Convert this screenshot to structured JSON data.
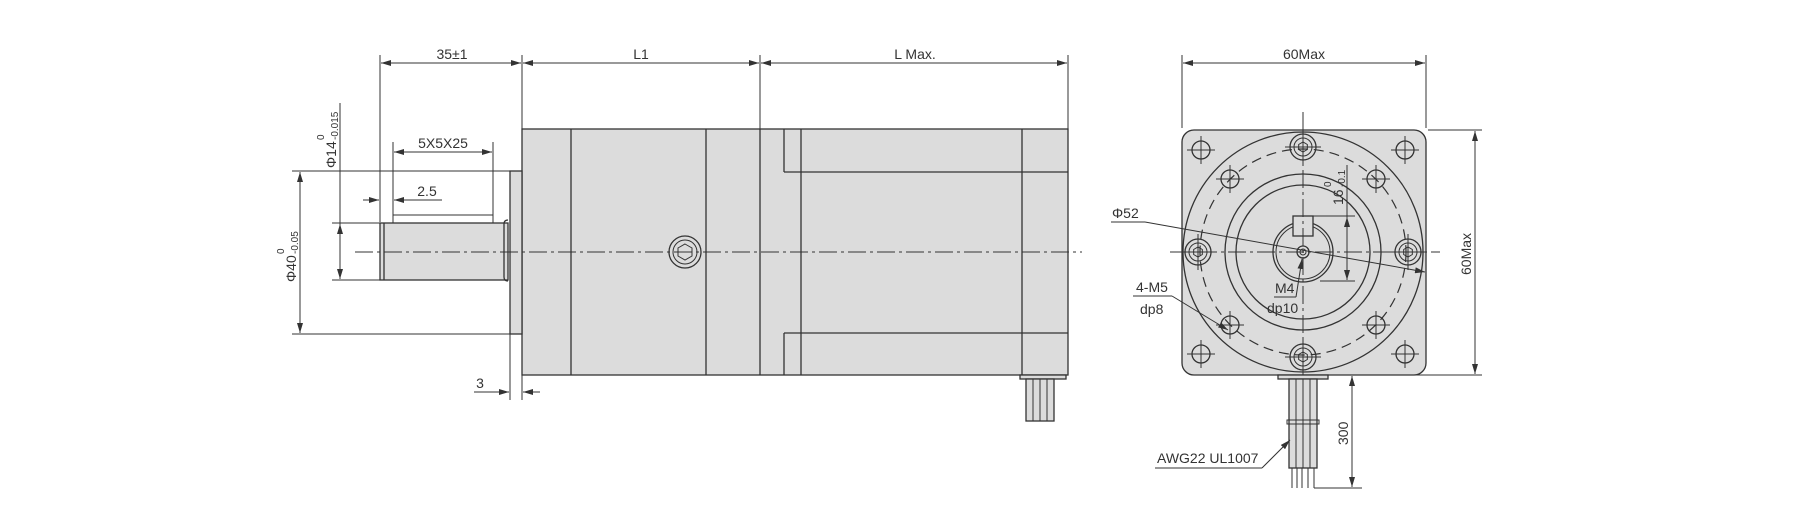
{
  "side_view": {
    "dim_shaft_length": "35±1",
    "dim_l1": "L1",
    "dim_lmax": "L Max.",
    "dim_key": "5X5X25",
    "dim_key_offset": "2.5",
    "dim_flange": "3",
    "shaft_dia": {
      "main": "Φ14",
      "upper": "0",
      "lower": "-0.015"
    },
    "pilot_dia": {
      "main": "Φ40",
      "upper": "0",
      "lower": "-0.05"
    }
  },
  "front_view": {
    "dim_width": "60Max",
    "dim_height": "60Max",
    "bolt_circle": "Φ52",
    "mount_holes": "4-M5",
    "mount_depth": "dp8",
    "center_thread": "M4",
    "center_depth": "dp10",
    "key_height": {
      "main": "16",
      "upper": "0",
      "lower": "-0.1"
    },
    "cable_length": "300",
    "cable_spec": "AWG22  UL1007"
  }
}
